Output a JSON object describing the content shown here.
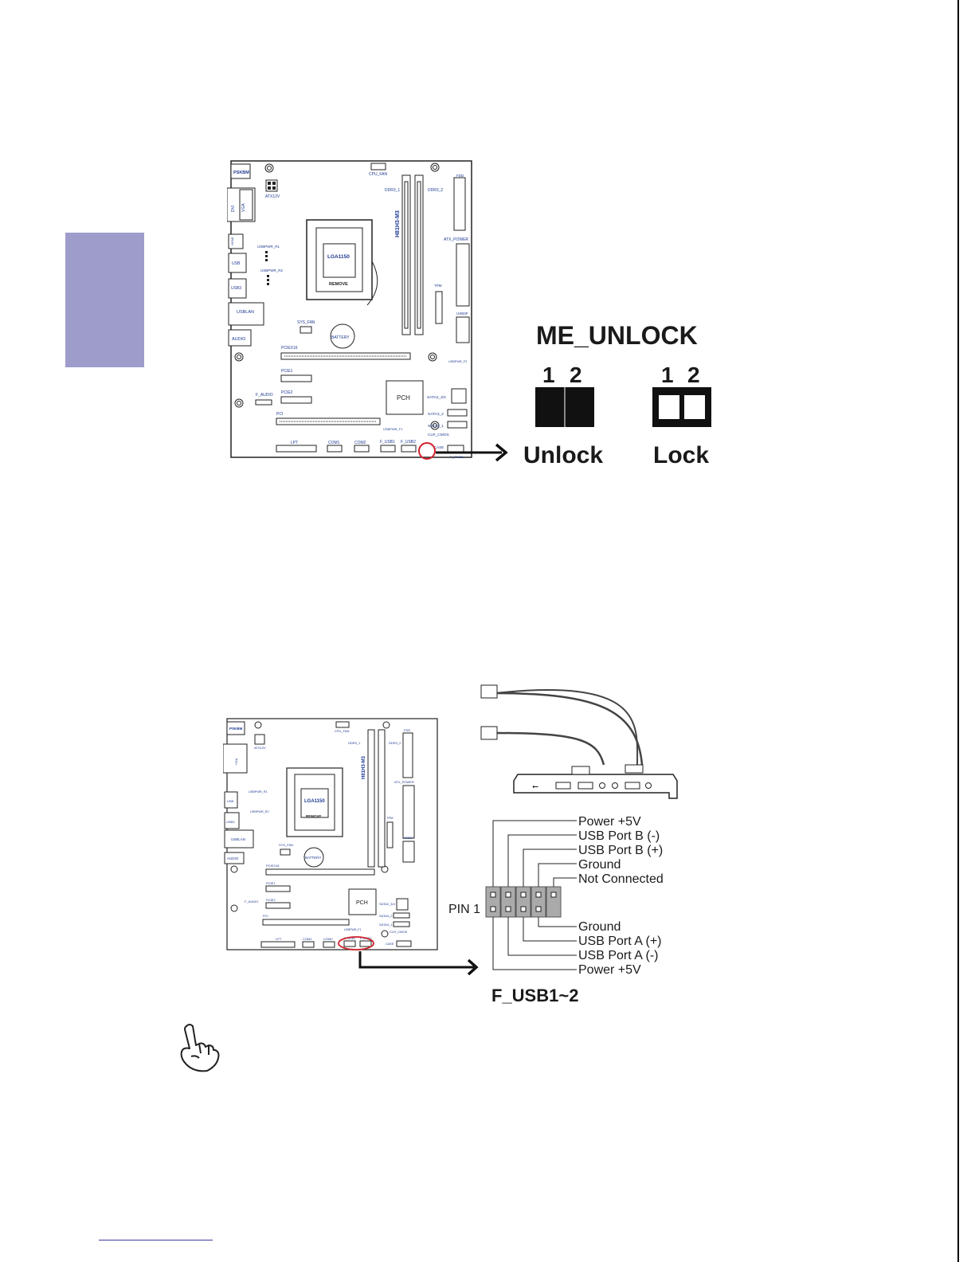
{
  "diagram1": {
    "board_model": "H81H3-M3",
    "labels": {
      "ps2": "PSKBM",
      "atx12v": "ATX12V",
      "cpu_fan": "CPU_FAN",
      "ddr3_1": "DDR3_1",
      "ddr3_2": "DDR3_2",
      "fdd": "FDD",
      "vga": "VGA",
      "dvi": "DVI",
      "hdmi": "HDMI",
      "usb": "USB",
      "usb3": "USB3",
      "usblan": "USBLAN",
      "audio": "AUDIO",
      "usbpwr_r1": "USBPWR_R1",
      "usbpwr_r2": "USBPWR_R2",
      "cpu": "LGA1150",
      "remove": "REMOVE",
      "atx_power": "ATX_POWER",
      "tpm": "TPM",
      "usb3f": "USB3F",
      "sys_fan": "SYS_FAN",
      "battery": "BATTERY",
      "pciex16": "PCIEX16",
      "usbpwr_f2": "USBPWR_F2",
      "pcie1": "PCIE1",
      "pcie2": "PCIE2",
      "f_audio": "F_AUDIO",
      "pch": "PCH",
      "sata2_34": "SATA2_3/4",
      "sata3_2": "SATA3_2",
      "sata3_1": "SATA3_1",
      "clr_cmos": "CLR_CMOS",
      "pci": "PCI",
      "usbpwr_f1": "USBPWR_F1",
      "case": "CASE",
      "lpt": "LPT",
      "com1": "COM1",
      "com2": "COM2",
      "f_usb1": "F_USB1",
      "f_usb2": "F_USB2",
      "f_panel": "F_PANEL"
    },
    "jumper_title": "ME_UNLOCK",
    "unlock": {
      "pins": [
        "1",
        "2"
      ],
      "label": "Unlock"
    },
    "lock": {
      "pins": [
        "1",
        "2"
      ],
      "label": "Lock"
    }
  },
  "diagram2": {
    "header_title": "F_USB1~2",
    "pin1_label": "PIN 1",
    "top_pins": [
      "Power +5V",
      "USB Port B (-)",
      "USB Port B (+)",
      "Ground",
      "Not Connected"
    ],
    "bottom_pins": [
      "Ground",
      "USB Port A (+)",
      "USB Port A (-)",
      "Power +5V"
    ]
  },
  "colors": {
    "side_tab": "#9e9ccb",
    "board_text": "#1f3a93",
    "highlight_circle": "#d0202a"
  }
}
